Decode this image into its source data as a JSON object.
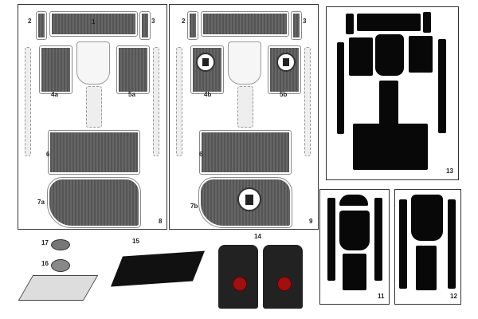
{
  "panels": [
    {
      "id": "8",
      "parts": [
        "1",
        "2",
        "3",
        "4a",
        "5a",
        "6",
        "7a"
      ]
    },
    {
      "id": "9",
      "parts": [
        "2",
        "3",
        "4b",
        "5b",
        "6",
        "7b"
      ]
    },
    {
      "id": "13"
    },
    {
      "id": "11"
    },
    {
      "id": "12"
    }
  ],
  "loose_parts": [
    "14",
    "15",
    "16",
    "17"
  ]
}
